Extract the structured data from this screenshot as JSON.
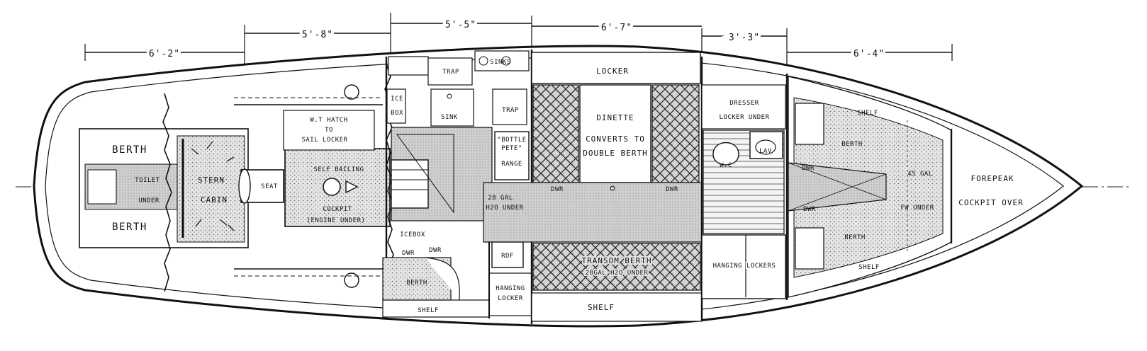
{
  "dimensions": [
    "6'-2\"",
    "5'-8\"",
    "5'-5\"",
    "6'-7\"",
    "3'-3\"",
    "6'-4\""
  ],
  "labels": {
    "berth_upper": "BERTH",
    "berth_lower": "BERTH",
    "toilet": "TOILET",
    "under": "UNDER",
    "stern": "STERN",
    "cabin": "CABIN",
    "seat": "SEAT",
    "wt_hatch_1": "W.T HATCH",
    "wt_hatch_2": "TO",
    "wt_hatch_3": "SAIL LOCKER",
    "self_bailing": "SELF BAILING",
    "cockpit": "COCKPIT",
    "engine_under": "(ENGINE UNDER)",
    "ice": "ICE",
    "box": "BOX",
    "trap1": "TRAP",
    "sink": "SINK",
    "trap2": "TRAP",
    "sinks": "SINKS",
    "bottle_1": "\"BOTTLE",
    "bottle_2": "PETE\"",
    "range": "RANGE",
    "locker": "LOCKER",
    "dinette_1": "DINETTE",
    "dinette_2": "CONVERTS TO",
    "dinette_3": "DOUBLE BERTH",
    "dwr1": "DWR",
    "dwr2": "DWR",
    "gal_28_1": "28 GAL",
    "gal_28_2": "H2O UNDER",
    "icebox_side": "ICEBOX",
    "dwr3": "DWR",
    "dwr4": "DWR",
    "berth_aft": "BERTH",
    "rdf": "RDF",
    "hanging_locker_1": "HANGING",
    "hanging_locker_2": "LOCKER",
    "shelf1": "SHELF",
    "trans_1": "TRANSOM BERTH",
    "trans_2": "28GAL H2O UNDER",
    "shelf2": "SHELF",
    "dresser_1": "DRESSER",
    "dresser_2": "LOCKER UNDER",
    "wc": "W.C",
    "lav": "LAV",
    "hanging_lockers": "HANGING LOCKERS",
    "dwr5": "DWR",
    "dwr6": "DWR",
    "shelf3": "SHELF",
    "berth_fwd1": "BERTH",
    "gal_45": "45 GAL",
    "fw_under": "FW UNDER",
    "berth_fwd2": "BERTH",
    "shelf4": "SHELF",
    "forepeak": "FOREPEAK",
    "cockpit_over": "COCKPIT OVER"
  }
}
